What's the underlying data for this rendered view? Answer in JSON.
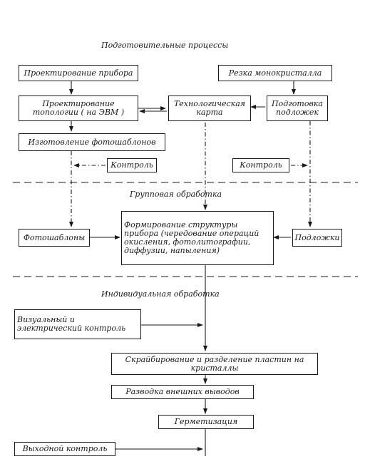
{
  "sections": {
    "prep": "Подготовительные процессы",
    "group": "Групповая обработка",
    "individual": "Индивидуальная обработка"
  },
  "boxes": {
    "device_design": "Проектирование прибора",
    "crystal_cutting": "Резка монокристалла",
    "topology_design": "Проектирование топологии ( на ЭВМ )",
    "tech_map": "Технологическая карта",
    "substrate_prep": "Подготовка подложек",
    "photomask_making": "Изготовление фотошаблонов",
    "control_left": "Контроль",
    "control_right": "Контроль",
    "photomasks": "Фотошаблоны",
    "structure_forming": "Формирование структуры прибора (чередование операций окисления, фотолитографии, диффузии, напыления)",
    "substrates": "Подложки",
    "visual_control": "Визуальный и электрический контроль",
    "scribing": "Скрайбирование и разделение пластин на кристаллы",
    "lead_wiring": "Разводка внешних выводов",
    "sealing": "Герметизация",
    "output_control": "Выходной контроль"
  }
}
